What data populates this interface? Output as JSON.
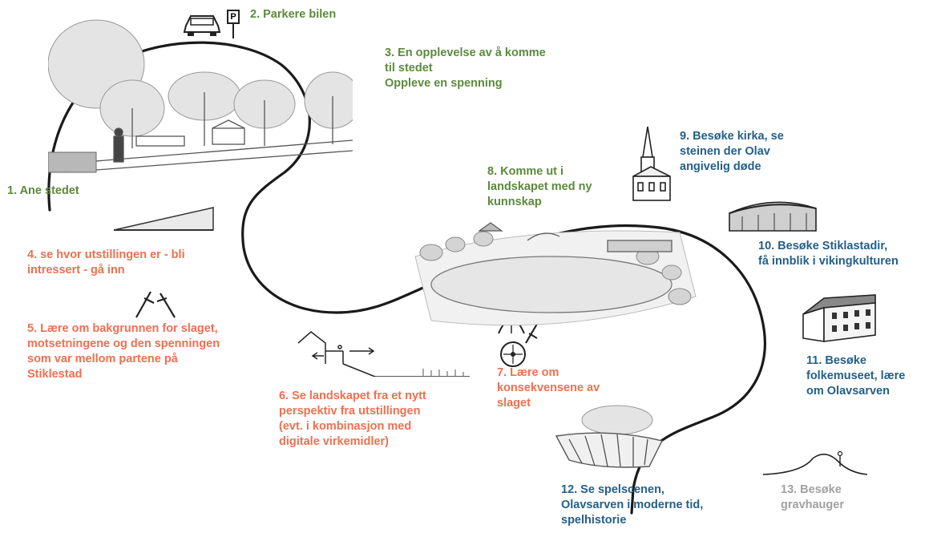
{
  "colors": {
    "green": "#5b8a3c",
    "red": "#ef6f50",
    "blue": "#235f8a",
    "gray": "#a0a0a0",
    "route": "#1a1a1a"
  },
  "steps": [
    {
      "text": "1. Ane stedet",
      "color": "green"
    },
    {
      "text": "2. Parkere bilen",
      "color": "green"
    },
    {
      "text": "3. En opplevelse av å komme\ntil stedet\nOppleve en spenning",
      "color": "green"
    },
    {
      "text": "4. se hvor utstillingen er - bli\nintressert  - gå inn",
      "color": "red"
    },
    {
      "text": "5. Lære om bakgrunnen for slaget,\nmotsetningene og den spenningen\nsom var mellom partene på\nStiklestad",
      "color": "red"
    },
    {
      "text": "6. Se landskapet fra et nytt\nperspektiv fra utstillingen\n(evt. i kombinasjon med\ndigitale virkemidler)",
      "color": "red"
    },
    {
      "text": "7. Lære om\nkonsekvensene av\nslaget",
      "color": "red"
    },
    {
      "text": "8. Komme ut i\nlandskapet med ny\nkunnskap",
      "color": "green"
    },
    {
      "text": "9. Besøke kirka, se\nsteinen der Olav\nangivelig døde",
      "color": "blue"
    },
    {
      "text": "10. Besøke Stiklastadir,\nfå innblik i vikingkulturen",
      "color": "blue"
    },
    {
      "text": "11. Besøke\nfolkemuseet, lære\nom Olavsarven",
      "color": "blue"
    },
    {
      "text": "12. Se spelscenen,\nOlavsarven i moderne tid,\nspelhistorie",
      "color": "blue"
    },
    {
      "text": "13. Besøke\ngravhauger",
      "color": "gray"
    }
  ],
  "icons": {
    "car": "car-icon",
    "parking": "parking-sign-icon",
    "parking_letter": "P",
    "swords": "crossed-swords-icon",
    "shield": "shield-icon",
    "helmet": "helmet-icon",
    "church": "church-icon",
    "longhouse": "viking-longhouse-icon",
    "museum": "museum-building-icon",
    "amphitheatre": "amphitheatre-icon",
    "mound": "burial-mound-icon"
  }
}
